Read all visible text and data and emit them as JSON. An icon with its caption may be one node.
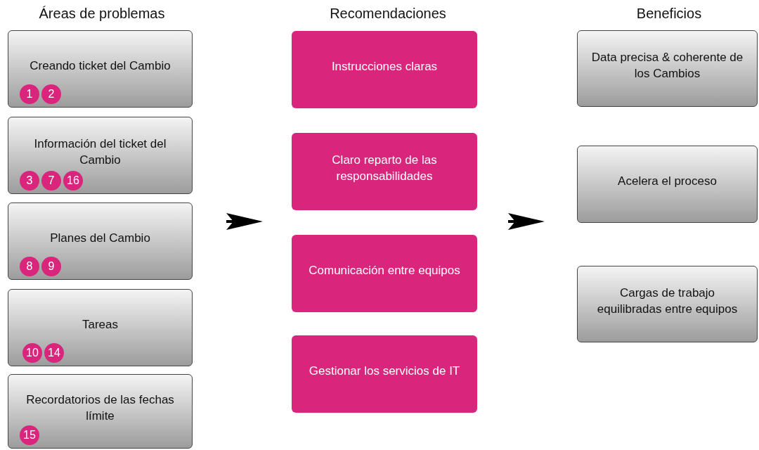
{
  "diagram": {
    "nodes": [
      {
        "text": [
          "Creando ticket del Cambio"
        ]
      },
      {
        "text": [
          "1"
        ],
        "in": 0
      },
      {
        "text": [
          "2"
        ],
        "in": 0
      },
      {
        "text": [
          "Información del ticket del Cambio"
        ]
      },
      {
        "text": [
          "3"
        ],
        "in": 3
      },
      {
        "text": [
          "7"
        ],
        "in": 3
      },
      {
        "text": [
          "16"
        ],
        "in": 3
      },
      {
        "text": [
          "Planes del Cambio"
        ]
      },
      {
        "text": [
          "8"
        ],
        "in": 7
      },
      {
        "text": [
          "9"
        ],
        "in": 7
      },
      {
        "text": [
          "Tareas"
        ]
      },
      {
        "text": [
          "10"
        ],
        "in": 10
      },
      {
        "text": [
          "14"
        ],
        "in": 10
      },
      {
        "text": [
          "Recordatorios de las fechas límite"
        ]
      },
      {
        "text": [
          "15"
        ],
        "in": 13
      },
      {
        "text": [
          "Instrucciones claras"
        ]
      },
      {
        "text": [
          "Claro reparto de las responsabilidades"
        ]
      },
      {
        "text": [
          "Comunicación entre equipos"
        ]
      },
      {
        "text": [
          "Gestionar los servicios de IT"
        ]
      },
      {
        "text": [
          "Data precisa & coherente de los Cambios"
        ]
      },
      {
        "text": [
          "Acelera el proceso"
        ]
      },
      {
        "text": [
          "Cargas de trabajo equilibradas entre equipos"
        ]
      }
    ],
    "edges": [],
    "labels": [
      "Áreas de problemas",
      "Recomendaciones",
      "Beneficios"
    ]
  }
}
